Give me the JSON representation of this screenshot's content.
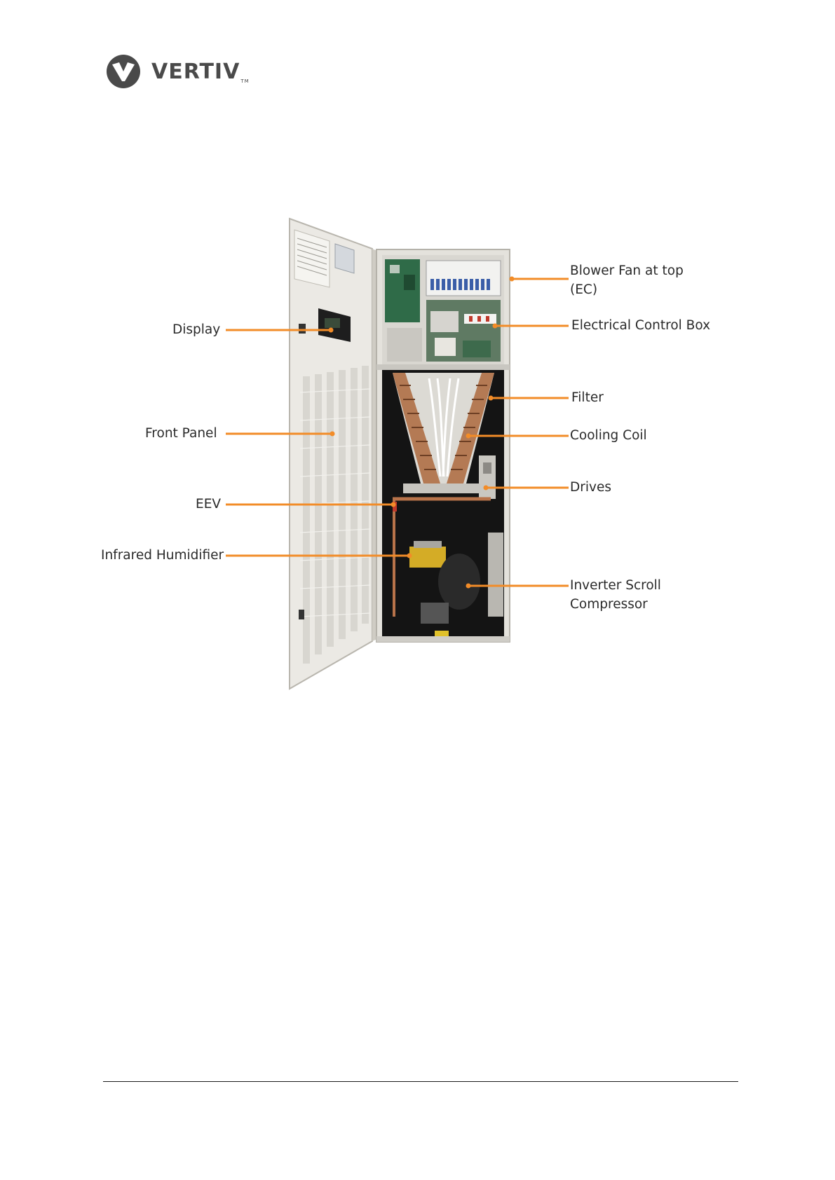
{
  "logo": {
    "text": "VERTIV",
    "tm": "TM"
  },
  "callouts": {
    "left": [
      {
        "id": "display",
        "text": "Display"
      },
      {
        "id": "front-panel",
        "text": "Front Panel"
      },
      {
        "id": "eev",
        "text": "EEV"
      },
      {
        "id": "infrared-humidifier",
        "text": "Infrared Humidifier"
      }
    ],
    "right": [
      {
        "id": "blower-fan",
        "line1": "Blower Fan at top",
        "line2": "(EC)"
      },
      {
        "id": "electrical-control-box",
        "text": "Electrical Control Box"
      },
      {
        "id": "filter",
        "text": "Filter"
      },
      {
        "id": "cooling-coil",
        "text": "Cooling Coil"
      },
      {
        "id": "drives",
        "text": "Drives"
      },
      {
        "id": "inverter-scroll-compressor",
        "line1": "Inverter Scroll",
        "line2": "Compressor"
      }
    ]
  },
  "colors": {
    "leader": "#f28c28",
    "cabinet": "#e9e7e1",
    "interior": "#141414",
    "brand": "#4a4a4a"
  }
}
